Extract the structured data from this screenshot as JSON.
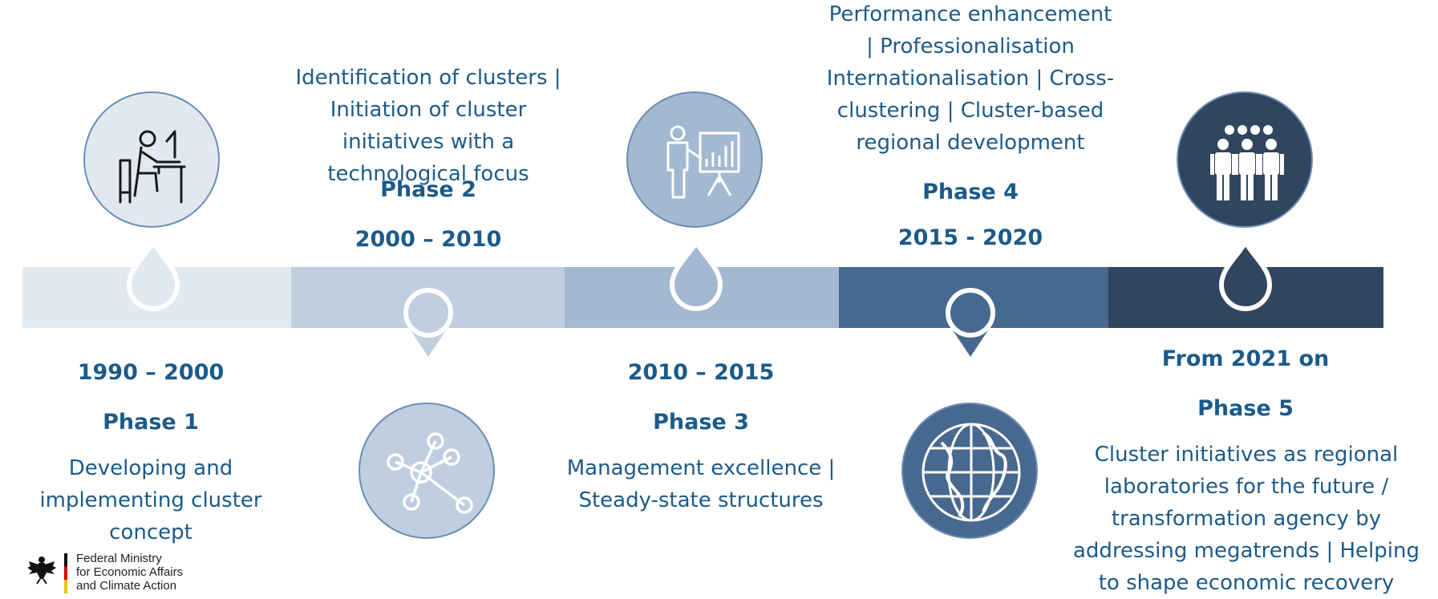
{
  "colors": {
    "seg1": "#e1e8f0",
    "seg2": "#c0cfe0",
    "seg3": "#a3b8d1",
    "seg4": "#48698f",
    "seg5": "#30455f",
    "text": "#1b5a8a"
  },
  "phases": [
    {
      "period": "1990 – 2000",
      "phase": "Phase 1",
      "description": "Developing and implementing cluster concept",
      "icon": "person-at-computer-icon"
    },
    {
      "period": "2000 – 2010",
      "phase": "Phase 2",
      "description": "Identification of clusters | Initiation of cluster initiatives with a technological focus",
      "icon": "network-nodes-icon"
    },
    {
      "period": "2010 – 2015",
      "phase": "Phase 3",
      "description": "Management excellence | Steady-state structures",
      "icon": "presenter-chart-icon"
    },
    {
      "period": "2015 - 2020",
      "phase": "Phase 4",
      "description": "Performance enhancement | Professionalisation Internationalisation | Cross-clustering | Cluster-based regional development",
      "icon": "globe-icon"
    },
    {
      "period": "From 2021 on",
      "phase": "Phase 5",
      "description": "Cluster initiatives as regional laboratories for the future / transformation agency by addressing megatrends | Helping to shape economic recovery",
      "icon": "group-of-people-icon"
    }
  ],
  "logo": {
    "line1": "Federal Ministry",
    "line2": "for Economic Affairs",
    "line3": "and Climate Action",
    "icon": "federal-eagle-icon"
  }
}
